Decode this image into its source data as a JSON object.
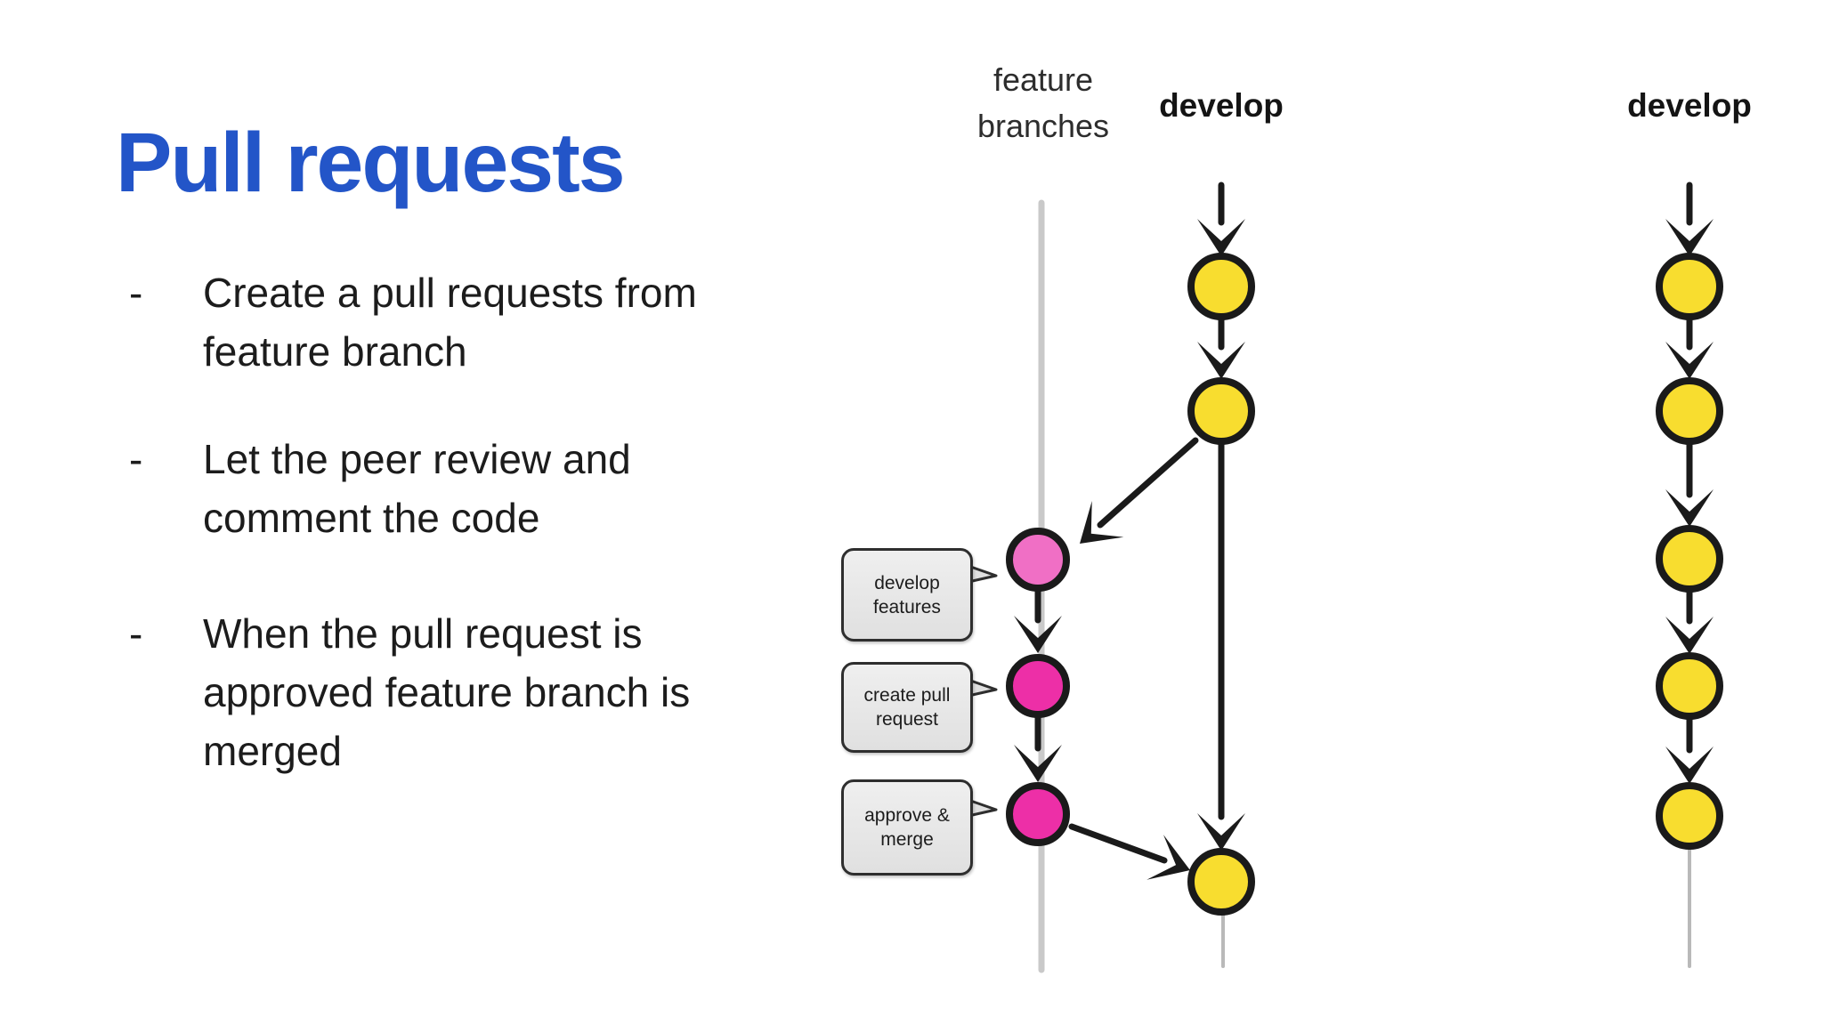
{
  "slide": {
    "title": "Pull requests",
    "bullet_marker": "-",
    "bullets": [
      "Create a pull requests from feature branch",
      "Let the peer review and comment the code",
      "When the pull request is approved feature branch is merged"
    ]
  },
  "diagram": {
    "left": {
      "feature_lane_label": "feature\nbranches",
      "develop_lane_label": "develop",
      "callouts": [
        "develop\nfeatures",
        "create pull\nrequest",
        "approve &\nmerge"
      ]
    },
    "right": {
      "develop_lane_label": "develop"
    }
  },
  "colors": {
    "title": "#2355c8",
    "body_text": "#1c1c1c",
    "outline": "#1a1a1a",
    "commit_yellow": "#f8dd2f",
    "commit_pink_light": "#f06fc5",
    "commit_magenta": "#ed2fa7",
    "lane_grey": "#c9c9c9",
    "callout_fill": "#e0e0e0",
    "callout_border": "#2e2e2e"
  }
}
